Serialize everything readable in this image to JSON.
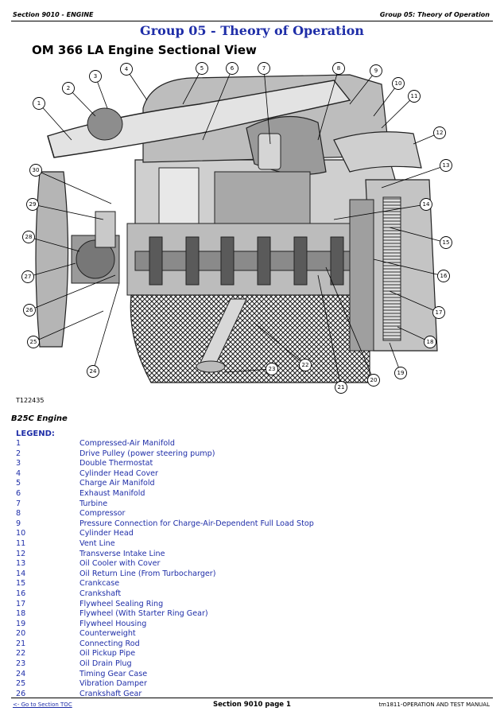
{
  "header": {
    "left": "Section 9010 - ENGINE",
    "right": "Group 05: Theory of Operation"
  },
  "group_title": "Group 05 - Theory of Operation",
  "section_title": "OM 366 LA Engine Sectional View",
  "figure": {
    "id": "T122435",
    "callouts": [
      "1",
      "2",
      "3",
      "4",
      "5",
      "6",
      "7",
      "8",
      "9",
      "10",
      "11",
      "12",
      "13",
      "14",
      "15",
      "16",
      "17",
      "18",
      "19",
      "20",
      "21",
      "22",
      "23",
      "24",
      "25",
      "26",
      "27",
      "28",
      "29",
      "30"
    ]
  },
  "engine_name": "B25C Engine",
  "legend": {
    "title": "LEGEND:",
    "items": [
      {
        "num": "1",
        "label": "Compressed-Air Manifold"
      },
      {
        "num": "2",
        "label": "Drive Pulley (power steering pump)"
      },
      {
        "num": "3",
        "label": "Double Thermostat"
      },
      {
        "num": "4",
        "label": "Cylinder Head Cover"
      },
      {
        "num": "5",
        "label": "Charge Air Manifold"
      },
      {
        "num": "6",
        "label": "Exhaust Manifold"
      },
      {
        "num": "7",
        "label": "Turbine"
      },
      {
        "num": "8",
        "label": "Compressor"
      },
      {
        "num": "9",
        "label": "Pressure Connection for Charge-Air-Dependent Full Load Stop"
      },
      {
        "num": "10",
        "label": "Cylinder Head"
      },
      {
        "num": "11",
        "label": "Vent Line"
      },
      {
        "num": "12",
        "label": "Transverse Intake Line"
      },
      {
        "num": "13",
        "label": "Oil Cooler with Cover"
      },
      {
        "num": "14",
        "label": "Oil Return Line (From Turbocharger)"
      },
      {
        "num": "15",
        "label": "Crankcase"
      },
      {
        "num": "16",
        "label": "Crankshaft"
      },
      {
        "num": "17",
        "label": "Flywheel Sealing Ring"
      },
      {
        "num": "18",
        "label": "Flywheel (With Starter Ring Gear)"
      },
      {
        "num": "19",
        "label": "Flywheel Housing"
      },
      {
        "num": "20",
        "label": "Counterweight"
      },
      {
        "num": "21",
        "label": "Connecting Rod"
      },
      {
        "num": "22",
        "label": "Oil Pickup Pipe"
      },
      {
        "num": "23",
        "label": "Oil Drain Plug"
      },
      {
        "num": "24",
        "label": "Timing Gear Case"
      },
      {
        "num": "25",
        "label": "Vibration Damper"
      },
      {
        "num": "26",
        "label": "Crankshaft Gear"
      }
    ]
  },
  "footer": {
    "left": "<- Go to Section TOC",
    "center": "Section 9010 page 1",
    "right": "tm1811-OPERATION AND TEST MANUAL"
  }
}
